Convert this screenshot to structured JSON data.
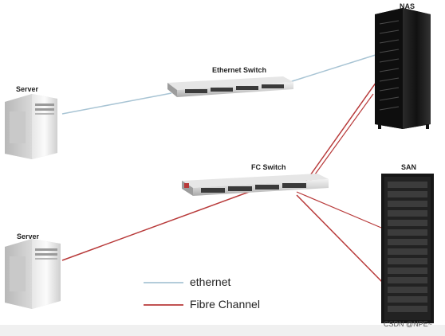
{
  "labels": {
    "nas": "NAS",
    "ethernet_switch": "Ethernet  Switch",
    "server_top": "Server",
    "fc_switch": "FC Switch",
    "san": "SAN",
    "server_bottom": "Server"
  },
  "legend": {
    "ethernet": "ethernet",
    "fibre": "Fibre Channel"
  },
  "watermark": "CSDN @NPE~",
  "colors": {
    "ethernet": "#a8c4d4",
    "fibre": "#b83a3a"
  }
}
